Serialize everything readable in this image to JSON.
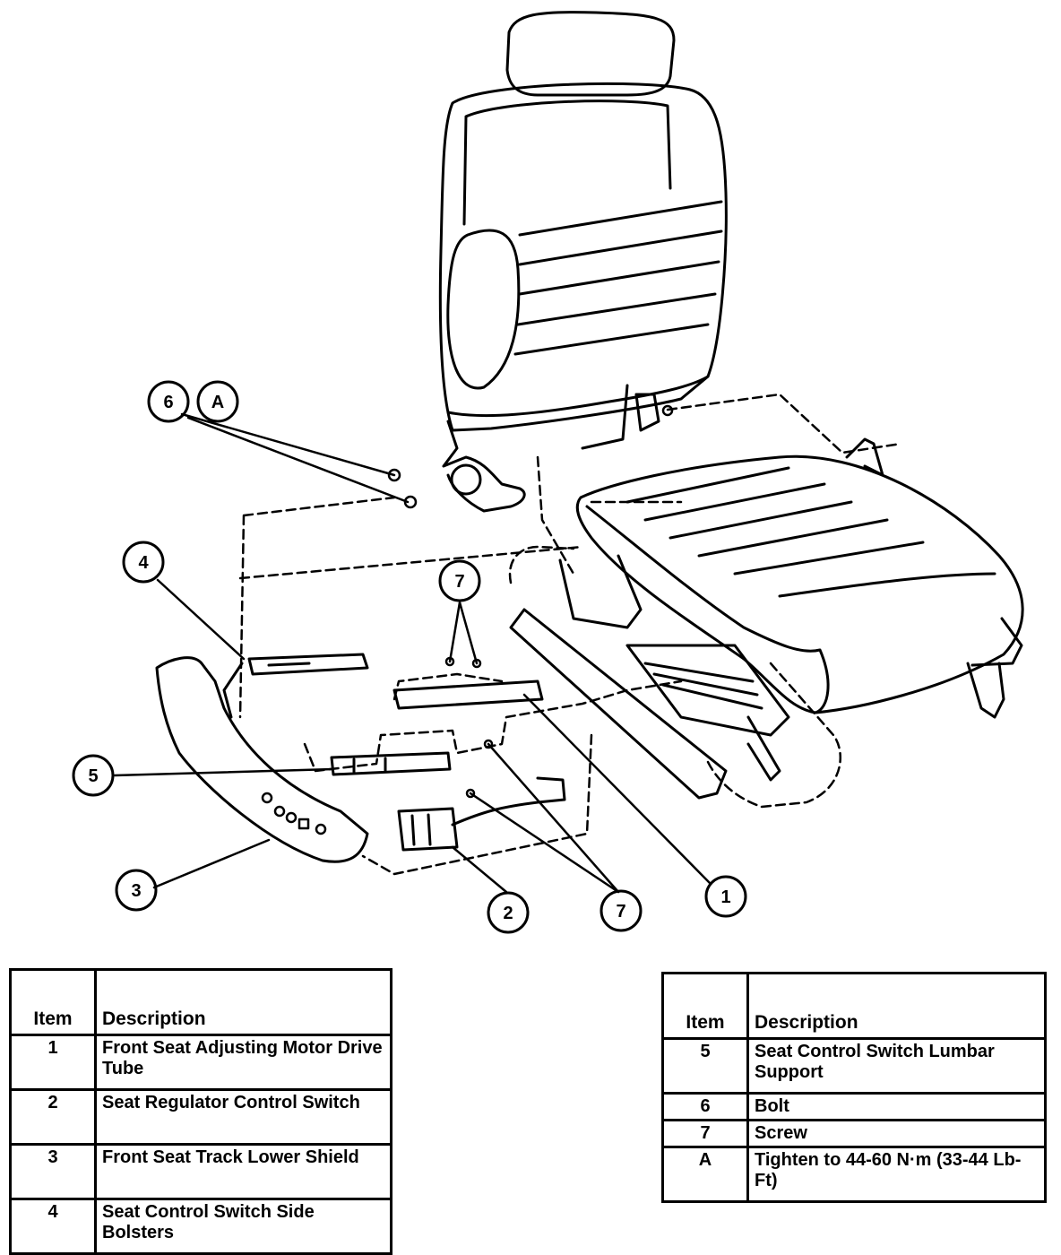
{
  "callouts": {
    "c1": "1",
    "c2": "2",
    "c3": "3",
    "c4": "4",
    "c5": "5",
    "c6": "6",
    "cA": "A",
    "c7a": "7",
    "c7b": "7"
  },
  "legend_left": {
    "header_item": "Item",
    "header_desc": "Description",
    "rows": [
      {
        "item": "1",
        "desc": "Front Seat Adjusting Motor Drive Tube"
      },
      {
        "item": "2",
        "desc": "Seat Regulator Control Switch"
      },
      {
        "item": "3",
        "desc": "Front Seat Track Lower Shield"
      },
      {
        "item": "4",
        "desc": "Seat Control Switch Side Bolsters"
      }
    ]
  },
  "legend_right": {
    "header_item": "Item",
    "header_desc": "Description",
    "rows": [
      {
        "item": "5",
        "desc": "Seat Control Switch Lumbar Support"
      },
      {
        "item": "6",
        "desc": "Bolt"
      },
      {
        "item": "7",
        "desc": "Screw"
      },
      {
        "item": "A",
        "desc": "Tighten to 44-60 N·m (33-44 Lb-Ft)"
      }
    ]
  }
}
